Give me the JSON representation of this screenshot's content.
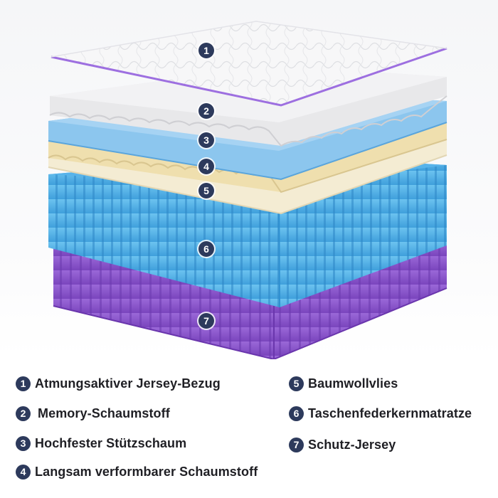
{
  "colors": {
    "badge": "#2d3a5c",
    "jersey_edge": "#8a5bd6",
    "memory_foam": "#e9e9ea",
    "support_foam": "#8dc4ec",
    "slow_foam": "#f1e5bf",
    "cotton": "#f6f0dc",
    "springs": "#5fb8ec",
    "protective_jersey": "#8a55c9"
  },
  "layers": [
    {
      "num": "1",
      "label": "Atmungsaktiver Jersey-Bezug"
    },
    {
      "num": "2",
      "label": "Memory-Schaumstoff"
    },
    {
      "num": "3",
      "label": "Hochfester Stützschaum"
    },
    {
      "num": "4",
      "label": "Langsam verformbarer Schaumstoff"
    },
    {
      "num": "5",
      "label": "Baumwollvlies"
    },
    {
      "num": "6",
      "label": "Taschenfederkernmatratze"
    },
    {
      "num": "7",
      "label": "Schutz-Jersey"
    }
  ]
}
